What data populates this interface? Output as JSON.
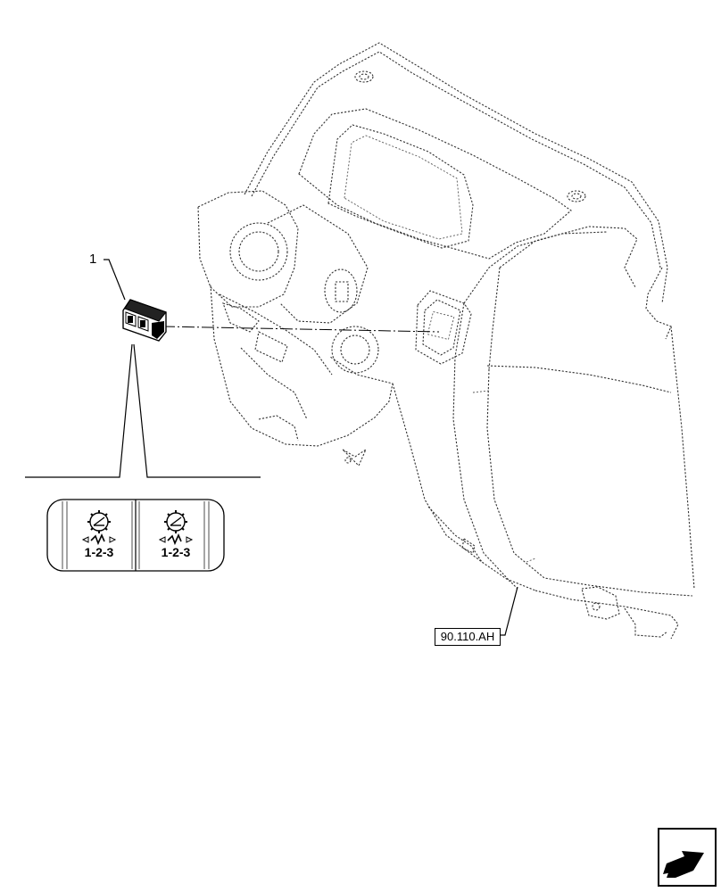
{
  "callout": {
    "item_number": "1"
  },
  "reference": {
    "label": "90.110.AH"
  },
  "switch_detail": {
    "left_button_text": "1-2-3",
    "right_button_text": "1-2-3",
    "icon": "speed-adjust-icon"
  },
  "navigation": {
    "icon": "next-page-arrow-icon"
  }
}
